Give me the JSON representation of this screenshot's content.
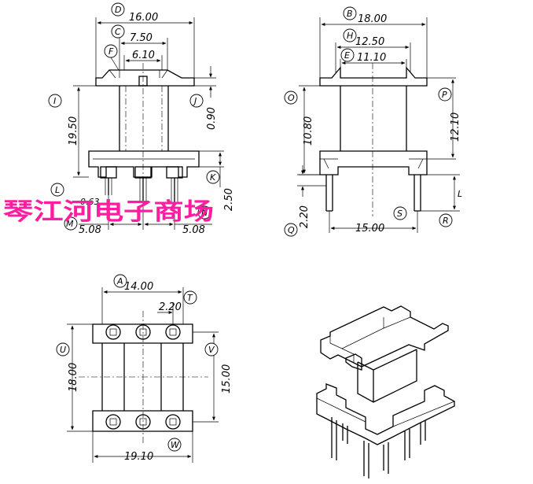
{
  "watermark": "琴江河电子商场",
  "front_view": {
    "dims": {
      "D": "16.00",
      "C": "7.50",
      "F": "6.10",
      "I": "19.50",
      "J": "0.90",
      "K": "2.50",
      "pitch_left": "5.08",
      "pitch_right": "5.08",
      "partial": "0.63"
    },
    "labels": {
      "D": "D",
      "C": "C",
      "F": "F",
      "I": "I",
      "J": "J",
      "K": "K",
      "L": "L",
      "M": "M",
      "N": "N"
    }
  },
  "side_view": {
    "dims": {
      "B": "18.00",
      "H": "12.50",
      "E": "11.10",
      "O": "10.80",
      "P": "12.10",
      "Q": "2.20",
      "S": "15.00"
    },
    "labels": {
      "B": "B",
      "H": "H",
      "E": "E",
      "O": "O",
      "P": "P",
      "Q": "Q",
      "R": "R",
      "S": "S",
      "L": "L"
    }
  },
  "top_view": {
    "dims": {
      "A": "14.00",
      "T": "2.20",
      "U": "18.00",
      "V": "15.00",
      "W": "19.10"
    },
    "labels": {
      "A": "A",
      "T": "T",
      "U": "U",
      "V": "V",
      "W": "W"
    }
  },
  "iso_view": {}
}
